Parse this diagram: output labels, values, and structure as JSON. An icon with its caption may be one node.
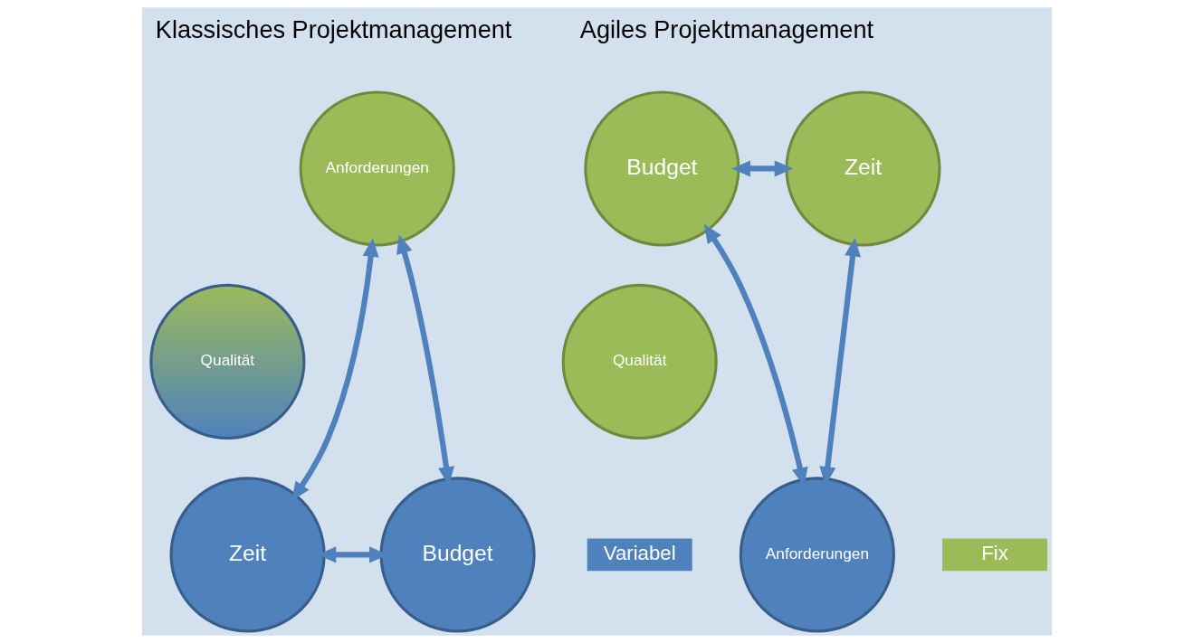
{
  "diagram": {
    "nodes": [
      {
        "text": [
          "Anforderungen"
        ]
      },
      {
        "text": [
          "Qualität"
        ]
      },
      {
        "text": [
          "Zeit"
        ]
      },
      {
        "text": [
          "Budget"
        ]
      },
      {
        "text": [
          "Zeit"
        ]
      },
      {
        "text": [
          "Budget"
        ]
      },
      {
        "text": [
          "Qualität"
        ]
      },
      {
        "text": [
          "Anforderungen"
        ]
      }
    ],
    "edges": [
      {
        "from": 0,
        "to": 2,
        "arrow": "both"
      },
      {
        "from": 0,
        "to": 3,
        "arrow": "both"
      },
      {
        "from": 2,
        "to": 3,
        "arrow": "both"
      },
      {
        "from": 4,
        "to": 5,
        "arrow": "both"
      },
      {
        "from": 4,
        "to": 7,
        "arrow": "both"
      },
      {
        "from": 5,
        "to": 7,
        "arrow": "both"
      }
    ],
    "labels": [
      "Klassisches Projektmanagement",
      "Agiles Projektmanagement"
    ],
    "legend": [
      {
        "text": "Variabel",
        "color": "#4f81bd"
      },
      {
        "text": "Fix",
        "color": "#9bbb59"
      }
    ]
  }
}
